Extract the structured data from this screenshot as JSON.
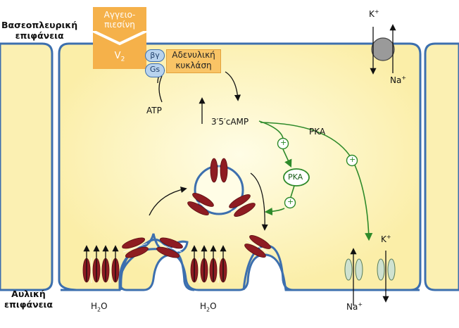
{
  "labels": {
    "basolateral": [
      "Βασεοπλευρική",
      "επιφάνεια"
    ],
    "apical": [
      "Αυλική",
      "επιφάνεια"
    ],
    "vasopressin": [
      "Αγγειο-",
      "πιεσίνη"
    ],
    "receptor": "V",
    "receptor_sub": "2",
    "beta_gamma": "βγ",
    "gs": "Gs",
    "adenylate_cyclase": [
      "Αδενυλική",
      "κυκλάση"
    ],
    "atp": "ATP",
    "camp": "3′5′cAMP",
    "pka_free": "PKA",
    "pka_circle": "PKA",
    "plus": "+",
    "k_top": "K",
    "na_top": "Na",
    "k_bottom": "K",
    "na_bottom": "Na",
    "h2o_left_a": "H",
    "h2o_left_b": "2",
    "h2o_left_c": "O",
    "h2o_mid_a": "H",
    "h2o_mid_b": "2",
    "h2o_mid_c": "O",
    "charge_plus": "+"
  },
  "colors": {
    "cytoplasm": "#fbf0b2",
    "cytoplasm_center": "#fffde6",
    "membrane": "#3c6fae",
    "aquaporin": "#8e1c22",
    "arrow_green": "#2e8a2a",
    "channel": "#cfe2d0",
    "receptor": "#f5b14a"
  },
  "icons": {
    "pump": "na-k-atpase-icon",
    "aquaporin": "aquaporin-2-icon",
    "enac": "epithelial-channel-icon"
  }
}
